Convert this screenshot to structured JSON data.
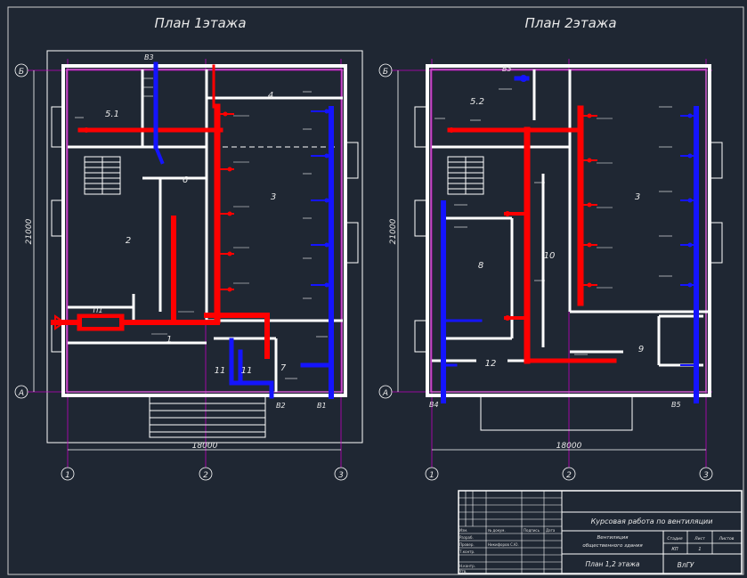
{
  "titles": {
    "plan1": "План 1этажа",
    "plan2": "План 2этажа"
  },
  "axes": {
    "letter_b": "Б",
    "letter_a": "А",
    "num1": "1",
    "num2": "2",
    "num3": "3",
    "width_dim": "18000",
    "height_dim": "21000"
  },
  "plan1": {
    "rooms": {
      "r51": "5.1",
      "r4": "4",
      "r6": "6",
      "r3": "3",
      "r2": "2",
      "r1": "1",
      "r11a": "11",
      "r11b": "11",
      "r7": "7"
    },
    "equipment": {
      "p1": "П1"
    },
    "risers": {
      "v3": "В3",
      "v2": "В2",
      "v1": "В1"
    }
  },
  "plan2": {
    "rooms": {
      "r52": "5.2",
      "r3": "3",
      "r10": "10",
      "r8": "8",
      "r9": "9",
      "r12": "12"
    },
    "risers": {
      "v3": "В3",
      "v4": "В4",
      "v5": "В5"
    }
  },
  "title_block": {
    "title": "Курсовая работа по вентиляции",
    "subject_line1": "Вентиляция",
    "subject_line2": "общественного здания",
    "sheet_title": "План 1,2 этажа",
    "org": "ВлГУ",
    "stage_label": "Стадия",
    "sheet_label": "Лист",
    "sheets_label": "Листов",
    "stage_value": "КП",
    "sheet_value": "1",
    "roles": [
      "Разраб.",
      "Провер.",
      "Т.контр.",
      "Н.контр.",
      "Утв."
    ],
    "names": [
      "",
      "Никифоров С.Ю.",
      "",
      "",
      ""
    ],
    "col_headers": [
      "Изм.",
      "№ докум.",
      "Подпись",
      "Дата"
    ]
  },
  "colors": {
    "background": "#1f2733",
    "walls": "#ffffff",
    "interior_walls": "#d05ad0",
    "axis_lines": "#c000c0",
    "supply_duct": "#ff0000",
    "exhaust_duct": "#1414ff"
  },
  "icons": [
    "supply-fan-icon",
    "air-diffuser-icon",
    "exhaust-grille-icon"
  ]
}
